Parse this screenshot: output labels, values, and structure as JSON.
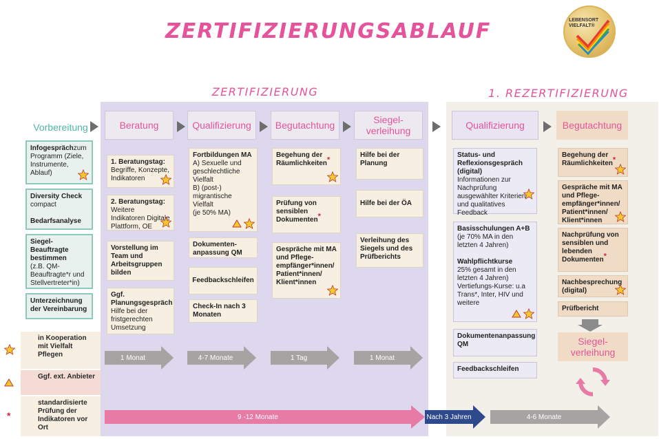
{
  "title": "ZERTIFIZIERUNGSABLAUF",
  "logo": {
    "line1": "LEBENSORT",
    "line2": "VIELFALT®"
  },
  "zertifizierung": {
    "heading": "ZERTIFIZIERUNG",
    "columns": [
      {
        "header": "Beratung",
        "cards": [
          {
            "title": "1. Beratungstag:",
            "text": "Begriffe, Konzepte, Indikatoren"
          },
          {
            "title": "2. Beratungstag:",
            "text": "Weitere Indikatoren Digitale Plattform, OE"
          },
          {
            "title": "Vorstellung im Team und Arbeitsgruppen bilden",
            "text": ""
          },
          {
            "title": "Ggf. Planungsgespräch",
            "text": "Hilfe bei der fristgerechten Umsetzung"
          }
        ],
        "duration": "1 Monat"
      },
      {
        "header": "Qualifizierung",
        "cards": [
          {
            "title": "Fortbildungen MA",
            "a": "A)  Sexuelle und geschlechtliche Vielfalt",
            "b": "B) (post-) migrantische Vielfalt",
            "c": "(je 50% MA)"
          },
          {
            "title": "Dokumenten-anpassung QM",
            "text": ""
          },
          {
            "title": "Feedbackschleifen",
            "text": ""
          },
          {
            "title": "Check-In nach 3 Monaten",
            "text": ""
          }
        ],
        "duration": "4-7 Monate"
      },
      {
        "header": "Begutachtung",
        "cards": [
          {
            "title": "Begehung der Räumlichkeiten",
            "text": ""
          },
          {
            "title": "Prüfung von sensiblen Dokumenten",
            "text": ""
          },
          {
            "title": "Gespräche mit MA und Pflege-empfänger*innen/ Patient*innen/ Klient*innen",
            "text": ""
          }
        ],
        "duration": "1 Tag"
      },
      {
        "header": "Siegel-verleihung",
        "cards": [
          {
            "title": "Hilfe bei der Planung",
            "text": ""
          },
          {
            "title": "Hilfe bei der ÖA",
            "text": ""
          },
          {
            "title": "Verleihung des Siegels und des Prüfberichts",
            "text": ""
          }
        ],
        "duration": "1 Monat"
      }
    ],
    "total_duration": "9 -12 Monate"
  },
  "vorbereitung": {
    "header": "Vorbereitung",
    "cards": [
      {
        "title": "Infogespräch",
        "text": "zum Programm (Ziele, Instrumente, Ablauf)"
      },
      {
        "title": "Diversity Check",
        "text": "compact",
        "extra": "Bedarfsanalyse"
      },
      {
        "title": "Siegel-Beauftragte bestimmen",
        "text": "(z.B. QM-Beauftragte*r und Stellvertreter*in)"
      },
      {
        "title": "Unterzeichnung der Vereinbarung",
        "text": ""
      }
    ]
  },
  "legend": [
    {
      "symbol": "star",
      "text": "in Kooperation mit Vielfalt Pflegen"
    },
    {
      "symbol": "triangle",
      "text": "Ggf. ext. Anbieter"
    },
    {
      "symbol": "asterisk",
      "text": "standardisierte Prüfung der Indikatoren vor Ort"
    }
  ],
  "rezertifizierung": {
    "heading": "1. REZERTIFIZIERUNG",
    "qualifizierung": {
      "header": "Qualifizierung",
      "cards": [
        {
          "title": "Status- und Reflexionsgespräch (digital)",
          "text": "Informationen zur Nachprüfung ausgewählter Kriterien und qualitatives Feedback"
        },
        {
          "title": "Basisschulungen A+B",
          "text": "(je 70% MA in den letzten 4 Jahren)",
          "title2": "Wahlpflichtkurse",
          "text2": "25% gesamt in den letzten 4 Jahren)",
          "text3": "Vertiefungs-Kurse: u.a Trans*, Inter, HIV und weitere"
        },
        {
          "title": "Dokumentenanpassung QM",
          "text": ""
        },
        {
          "title": "Feedbackschleifen",
          "text": ""
        }
      ]
    },
    "begutachtung": {
      "header": "Begutachtung",
      "cards": [
        {
          "title": "Begehung der Räumlichkeiten",
          "text": ""
        },
        {
          "title": "Gespräche mit MA und Pflege-empfänger*innen/ Patient*innen/ Klient*innen",
          "text": ""
        },
        {
          "title": "Nachprüfung von sensiblen und lebenden",
          "text": "Dokumenten"
        },
        {
          "title": "Nachbesprechung (digital)",
          "text": ""
        },
        {
          "title": "Prüfbericht",
          "text": ""
        }
      ],
      "siegel": "Siegel-verleihung"
    },
    "nach_label": "Nach 3 Jahren",
    "duration": "4-6 Monate"
  },
  "colors": {
    "pink": "#e5539a",
    "lavender": "#ddd8ee",
    "beige": "#f3efe9",
    "teal": "#8cc9bd",
    "navy": "#2e4a8c",
    "gold": "#f2c82e"
  }
}
